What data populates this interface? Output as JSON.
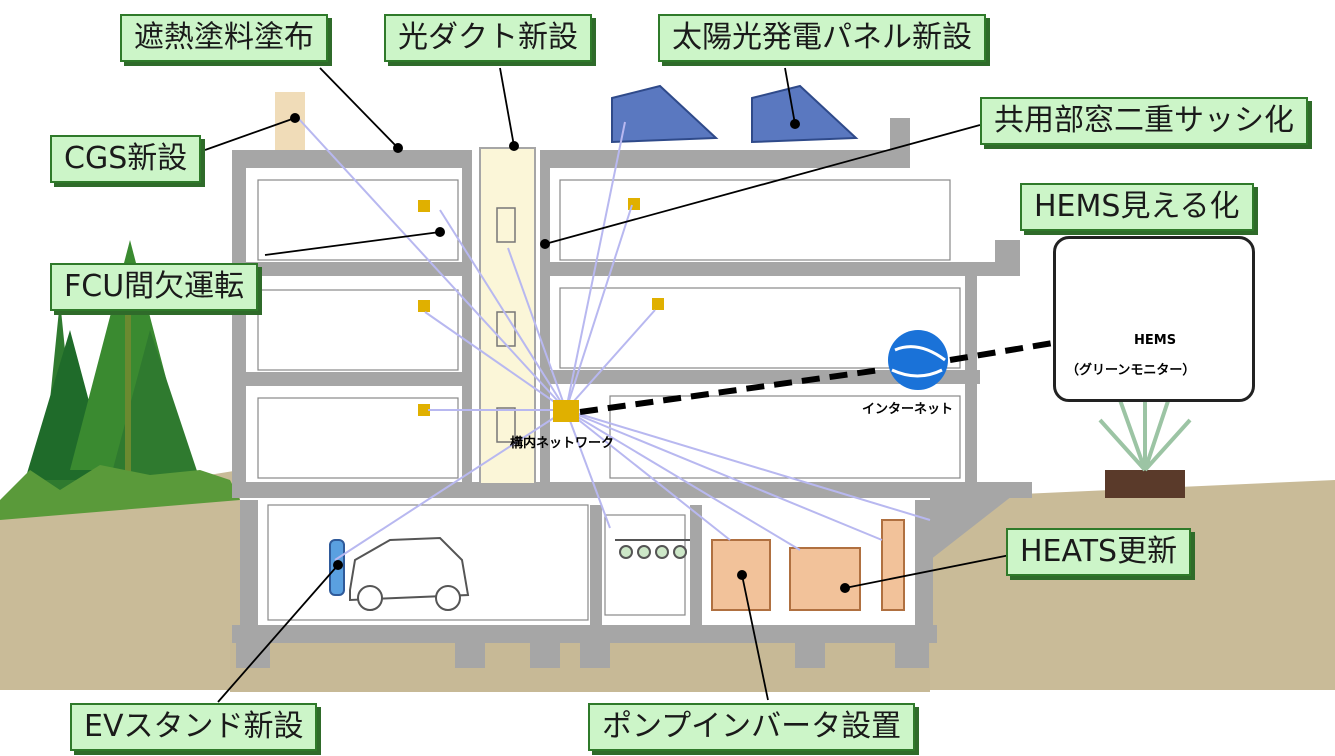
{
  "callouts": {
    "heat_shield_paint": "遮熱塗料塗布",
    "light_duct": "光ダクト新設",
    "solar_panel": "太陽光発電パネル新設",
    "cgs": "CGS新設",
    "double_sash": "共用部窓二重サッシ化",
    "hems_visual": "HEMS見える化",
    "fcu": "FCU間欠運転",
    "heats": "HEATS更新",
    "ev_stand": "EVスタンド新設",
    "pump_inverter": "ポンプインバータ設置"
  },
  "network": {
    "lan_label": "構内ネットワーク",
    "internet_label": "インターネット"
  },
  "hems": {
    "title": "HEMS",
    "subtitle": "（グリーンモニター）"
  },
  "colors": {
    "callout_fill": "#ccf5c8",
    "callout_border": "#2f7a2a",
    "structure": "#a6a6a6",
    "ground": "#c7b996",
    "network_line": "#b8b8f0",
    "hub": "#e0b000"
  }
}
